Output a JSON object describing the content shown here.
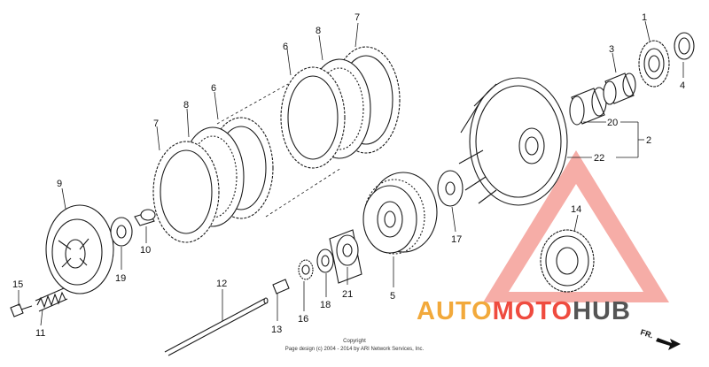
{
  "callouts": {
    "c1": "1",
    "c2": "2",
    "c3": "3",
    "c4": "4",
    "c5": "5",
    "c6a": "6",
    "c6b": "6",
    "c7a": "7",
    "c7b": "7",
    "c8a": "8",
    "c8b": "8",
    "c9": "9",
    "c10": "10",
    "c11": "11",
    "c12": "12",
    "c13": "13",
    "c14": "14",
    "c15": "15",
    "c16": "16",
    "c17": "17",
    "c18": "18",
    "c19": "19",
    "c20": "20",
    "c21": "21",
    "c22": "22"
  },
  "copyright": {
    "line1": "Copyright",
    "line2": "Page design (c) 2004 - 2014 by ARI Network Services, Inc."
  },
  "direction": {
    "label": "FR."
  },
  "watermark": {
    "part1": "AUTO",
    "part2": "MOTO",
    "part3": "HUB",
    "colors": {
      "auto": "#f2a93b",
      "moto": "#ef4b3f",
      "hub": "#555555",
      "triangle": "#ef4b3f"
    }
  }
}
